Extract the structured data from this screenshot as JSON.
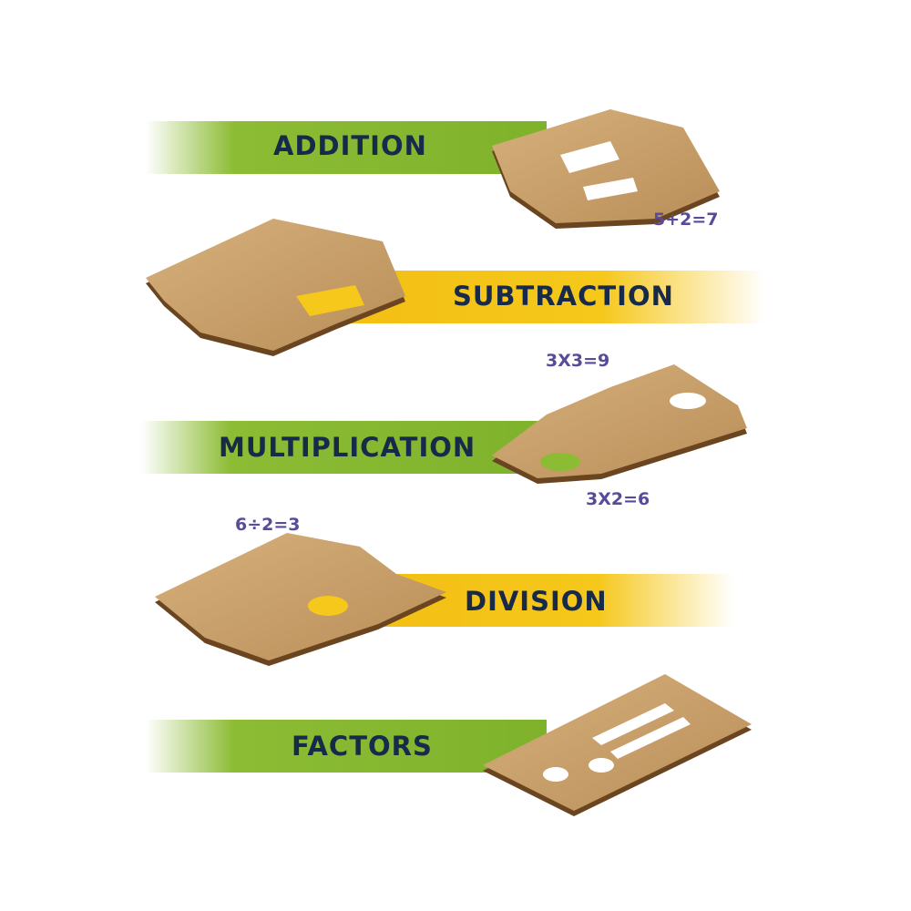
{
  "sections": [
    {
      "label": "ADDITION",
      "equations": [
        "5+2=7"
      ]
    },
    {
      "label": "SUBTRACTION",
      "equations": []
    },
    {
      "label": "MULTIPLICATION",
      "equations": [
        "3X3=9",
        "3X2=6"
      ]
    },
    {
      "label": "DIVISION",
      "equations": [
        "6÷2=3"
      ]
    },
    {
      "label": "FACTORS",
      "equations": []
    }
  ],
  "colors": {
    "green": "#8cbc34",
    "yellow": "#f6c81c",
    "label": "#182a4a",
    "equation": "#5a4a9a",
    "wood": "#c9a06a"
  }
}
